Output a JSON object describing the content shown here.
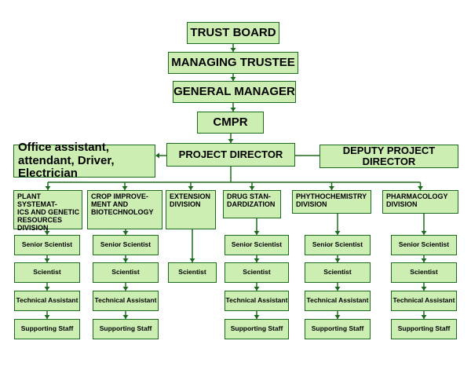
{
  "org_chart": {
    "trust_board": "TRUST BOARD",
    "managing_trustee": "MANAGING TRUSTEE",
    "general_manager": "GENERAL MANAGER",
    "cmpr": "CMPR",
    "project_director": "PROJECT DIRECTOR",
    "deputy_project_director": "DEPUTY PROJECT DIRECTOR",
    "office_staff": "Office assistant, attendant, Driver, Electrician",
    "divisions": [
      {
        "name": "PLANT SYSTEMAT-\nICS AND GENETIC\nRESOURCES\nDIVISION",
        "staff": [
          "Senior Scientist",
          "Scientist",
          "Technical Assistant",
          "Supporting Staff"
        ]
      },
      {
        "name": "CROP IMPROVE-\nMENT AND\nBIOTECHNOLOGY",
        "staff": [
          "Senior Scientist",
          "Scientist",
          "Technical Assistant",
          "Supporting Staff"
        ]
      },
      {
        "name": "EXTENSION\nDIVISION",
        "staff": [
          "Scientist"
        ]
      },
      {
        "name": "DRUG STAN-\nDARDIZATION",
        "staff": [
          "Senior Scientist",
          "Scientist",
          "Technical Assistant",
          "Supporting Staff"
        ]
      },
      {
        "name": "PHYTHOCHEMISTRY\nDIVISION",
        "staff": [
          "Senior Scientist",
          "Scientist",
          "Technical Assistant",
          "Supporting Staff"
        ]
      },
      {
        "name": "PHARMACOLOGY\nDIVISION",
        "staff": [
          "Senior Scientist",
          "Scientist",
          "Technical Assistant",
          "Supporting Staff"
        ]
      }
    ]
  },
  "colors": {
    "box_fill": "#cdeeb3",
    "box_border": "#1c6b1c",
    "connector": "#1c6b1c"
  }
}
